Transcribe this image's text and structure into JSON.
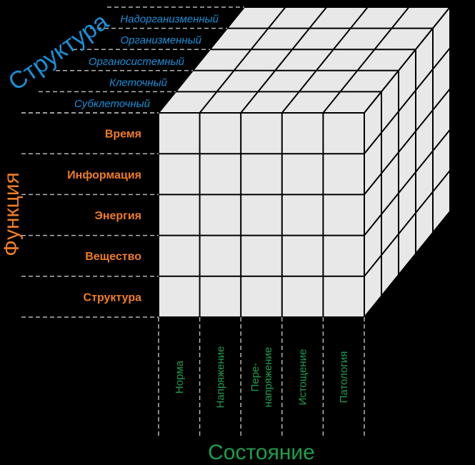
{
  "axes": {
    "structure": {
      "title": "Структура",
      "levels": [
        "Субклеточный",
        "Клеточный",
        "Органосистемный",
        "Организменный",
        "Надорганизменный"
      ]
    },
    "function": {
      "title": "Функция",
      "items": [
        "Время",
        "Информация",
        "Энергия",
        "Вещество",
        "Структура"
      ]
    },
    "state": {
      "title": "Состояние",
      "items": [
        "Норма",
        "Напряжение",
        "Пере-|напряжение",
        "Истощение",
        "Патология"
      ]
    }
  },
  "colors": {
    "background": "#000000",
    "face": "#e8e8e8",
    "grid": "#000000",
    "structure": "#1b8fd6",
    "function": "#f07d22",
    "state": "#1e9e4a",
    "dash": "#b4b4b4"
  }
}
